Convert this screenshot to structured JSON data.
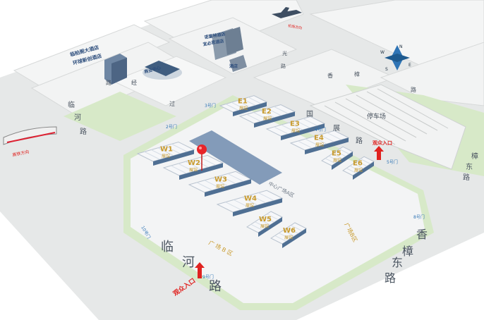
{
  "colors": {
    "road": "#e4e6e6",
    "road_edge": "#cfd2d2",
    "block": "#f4f5f5",
    "grass": "#d4e8c4",
    "hall_roof": "#f6f7f9",
    "hall_dark": "#4f6f93",
    "hall_label": "#c89a2c",
    "road_text": "#4a5460",
    "gate_blue": "#2f74b5",
    "entry_red": "#e0221f",
    "pin_red": "#e8252a",
    "bldg_label": "#2c4d7c"
  },
  "compass": {
    "north": "N",
    "south": "S",
    "east": "E",
    "west": "W"
  },
  "roads": {
    "linhe": [
      "临",
      "河",
      "路"
    ],
    "linhe_left": [
      "临",
      "河",
      "路"
    ],
    "xiangzhang_east": [
      "香",
      "樟",
      "东",
      "路"
    ],
    "xiangzhang_east_far": [
      "樟",
      "东",
      "路"
    ],
    "guozhan": [
      "国",
      "展",
      "路"
    ],
    "top_right": [
      "香",
      "樟",
      "路"
    ],
    "top_left": [
      "路",
      "经",
      "过"
    ],
    "top_mid": [
      "光",
      "路"
    ]
  },
  "halls": {
    "w": [
      {
        "code": "W1",
        "sub": "展馆"
      },
      {
        "code": "W2",
        "sub": "展馆"
      },
      {
        "code": "W3",
        "sub": "展馆"
      },
      {
        "code": "W4",
        "sub": "展馆"
      },
      {
        "code": "W5",
        "sub": "展馆"
      },
      {
        "code": "W6",
        "sub": "展馆"
      }
    ],
    "e": [
      {
        "code": "E1",
        "sub": "展馆"
      },
      {
        "code": "E2",
        "sub": "展馆"
      },
      {
        "code": "E3",
        "sub": "展馆"
      },
      {
        "code": "E4",
        "sub": "展馆"
      },
      {
        "code": "E5",
        "sub": "展馆"
      },
      {
        "code": "E6",
        "sub": "展馆"
      }
    ]
  },
  "areas": {
    "center_square": "中心广场A区",
    "square_b": "广  场 B 区",
    "square_b_right": "广场B区"
  },
  "gates": {
    "g2": "2号门",
    "g3": "3号门",
    "g4": "4号门",
    "g5": "5号门",
    "g8": "8号门",
    "g9": "9号门",
    "g10": "10号门"
  },
  "entrances": {
    "visitor_main": "观众入口",
    "visitor_east": "观众入口"
  },
  "labels": {
    "parking": "停车场",
    "hotel_left_1": "临柏阁大酒店",
    "hotel_left_2": "环球新创酒店",
    "hotel_right_1": "诺富特酒店",
    "hotel_right_2": "宜必思酒店",
    "service_center": "商业中心",
    "hotel_small": "酒店",
    "airport": "机场方向",
    "railway": "高铁方向"
  }
}
